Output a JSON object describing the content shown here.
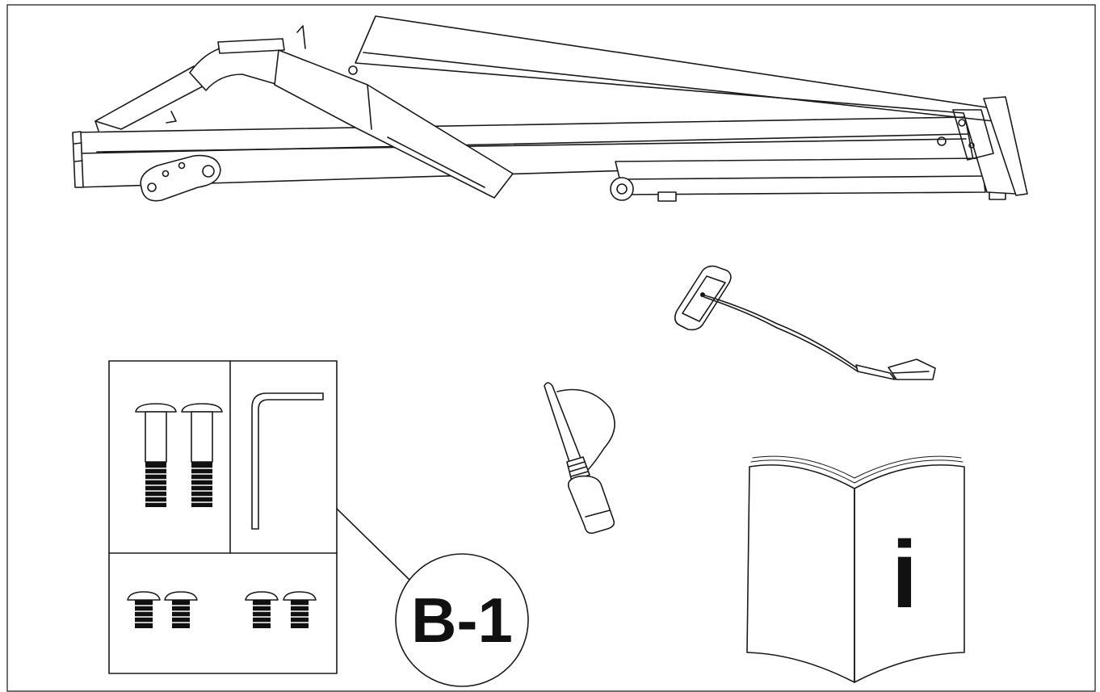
{
  "diagram": {
    "kit_label": "B-1",
    "manual_symbol": "i",
    "colors": {
      "line": "#1a1a1a",
      "background": "#ffffff"
    }
  },
  "parts": {
    "treadmill": {
      "icon": "folded-treadmill-icon"
    },
    "safety_key": {
      "icon": "safety-key-clip-icon"
    },
    "lubricant": {
      "icon": "lubricant-bottle-icon"
    },
    "manual": {
      "icon": "open-book-icon"
    },
    "hardware_kit": {
      "long_bolts": 2,
      "allen_key": 1,
      "short_bolts": 4
    }
  }
}
